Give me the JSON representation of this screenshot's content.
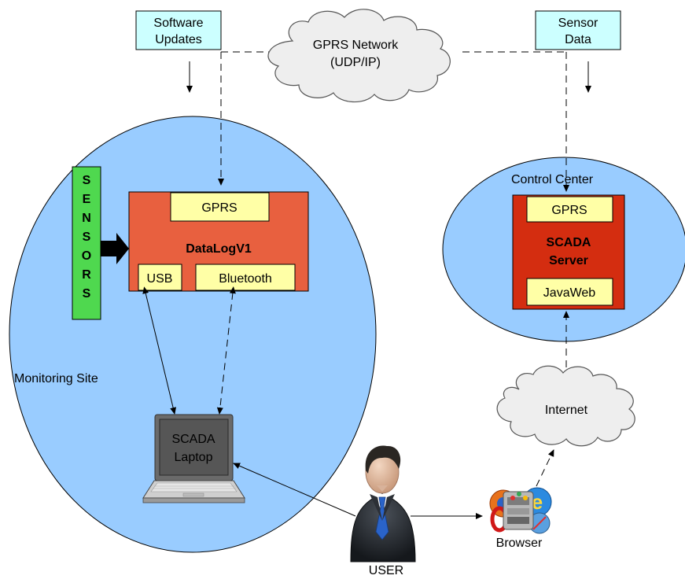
{
  "boxes": {
    "software_updates": [
      "Software",
      "Updates"
    ],
    "sensor_data": [
      "Sensor",
      "Data"
    ]
  },
  "clouds": {
    "gprs_network": [
      "GPRS Network",
      "(UDP/IP)"
    ],
    "internet": "Internet"
  },
  "monitoring_site": {
    "label": "Monitoring Site",
    "sensors_letters": [
      "S",
      "E",
      "N",
      "S",
      "O",
      "R",
      "S"
    ],
    "datalog": {
      "title": "DataLogV1",
      "gprs": "GPRS",
      "usb": "USB",
      "bluetooth": "Bluetooth"
    },
    "laptop": [
      "SCADA",
      "Laptop"
    ]
  },
  "control_center": {
    "label": "Control Center",
    "gprs": "GPRS",
    "server": [
      "SCADA",
      "Server"
    ],
    "javaweb": "JavaWeb"
  },
  "user_label": "USER",
  "browser_label": "Browser",
  "colors": {
    "site_fill": "#99ccff",
    "box_fill": "#ccffff",
    "datalog_fill": "#e8603f",
    "server_fill": "#d42d10",
    "module_fill": "#ffffa6",
    "sensors_fill": "#4fd84f",
    "cloud_fill": "#eeeeee"
  }
}
